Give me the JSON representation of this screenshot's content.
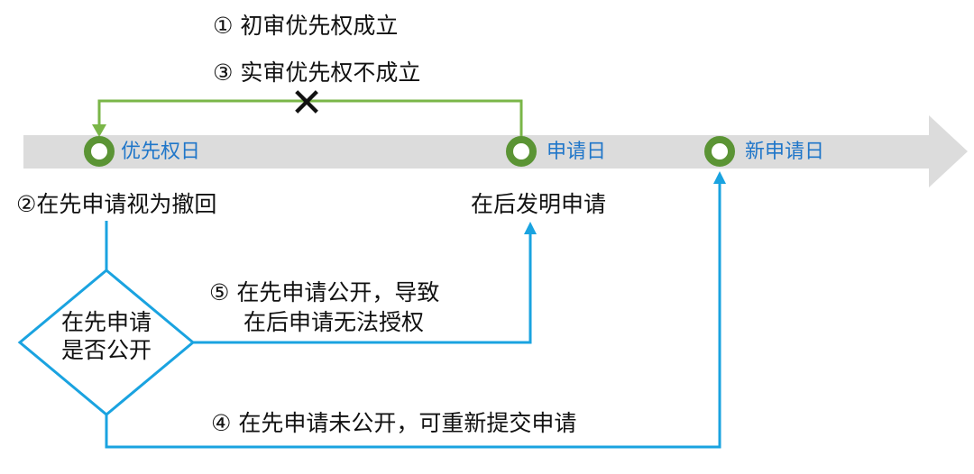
{
  "timeline": {
    "nodes": [
      {
        "label": "优先权日"
      },
      {
        "label": "申请日"
      },
      {
        "label": "新申请日"
      }
    ],
    "arrow_color": "#dcdcdc",
    "node_color": "#5b9435"
  },
  "top_bracket": {
    "line1": "① 初审优先权成立",
    "line2": "③ 实审优先权不成立",
    "cross_symbol": "✕",
    "color": "#7ab648"
  },
  "left_note": "②在先申请视为撤回",
  "right_note": "在后发明申请",
  "decision": {
    "line1": "在先申请",
    "line2": "是否公开",
    "color": "#1aa3e0"
  },
  "branch_published": {
    "line1": "⑤ 在先申请公开，导致",
    "line2": "在后申请无法授权"
  },
  "branch_unpublished": {
    "text": "④ 在先申请未公开，可重新提交申请"
  }
}
